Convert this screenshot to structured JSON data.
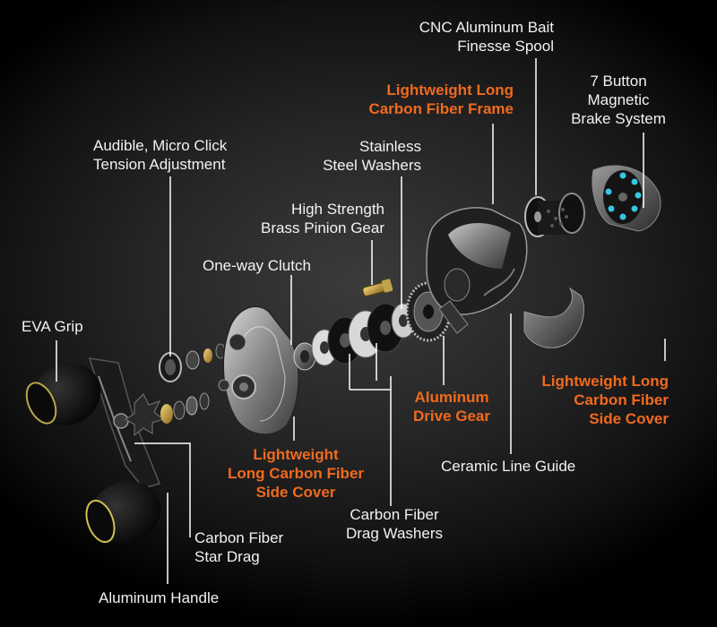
{
  "theme": {
    "background": "#1e1e1e",
    "text_color": "#f2f2f2",
    "highlight_color": "#f06a1f",
    "leader_color": "#ffffff"
  },
  "labels": {
    "cnc_spool": [
      "CNC Aluminum Bait",
      "Finesse Spool"
    ],
    "carbon_frame": [
      "Lightweight Long",
      "Carbon Fiber Frame"
    ],
    "brake_system": [
      "7 Button",
      "Magnetic",
      "Brake System"
    ],
    "tension_adjustment": [
      "Audible, Micro Click",
      "Tension Adjustment"
    ],
    "stainless_washers": [
      "Stainless",
      "Steel Washers"
    ],
    "pinion_gear": [
      "High Strength",
      "Brass Pinion Gear"
    ],
    "oneway_clutch": [
      "One-way Clutch"
    ],
    "eva_grip": [
      "EVA Grip"
    ],
    "drive_gear": [
      "Aluminum",
      "Drive Gear"
    ],
    "side_cover_right": [
      "Lightweight Long",
      "Carbon Fiber",
      "Side Cover"
    ],
    "side_cover_left": [
      "Lightweight",
      "Long Carbon Fiber",
      "Side Cover"
    ],
    "line_guide": [
      "Ceramic Line Guide"
    ],
    "drag_washers": [
      "Carbon Fiber",
      "Drag Washers"
    ],
    "star_drag": [
      "Carbon Fiber",
      "Star Drag"
    ],
    "handle": [
      "Aluminum Handle"
    ]
  }
}
